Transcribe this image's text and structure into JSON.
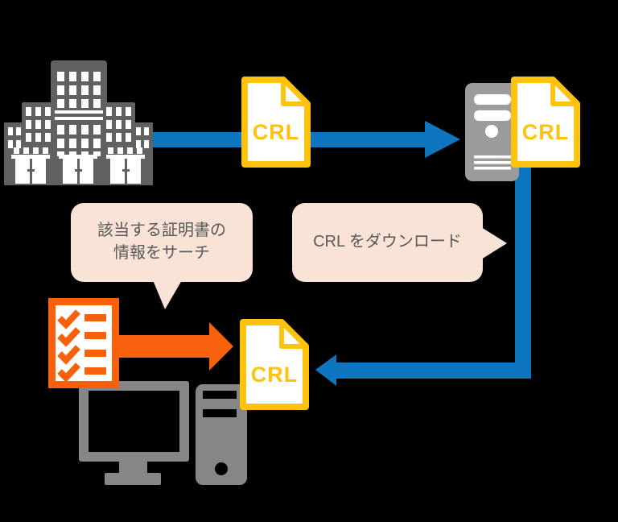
{
  "colors": {
    "background": "#000000",
    "blue": "#0E76BE",
    "orange": "#F8610B",
    "gold": "#FFC20D",
    "building_gray": "#616161",
    "server_gray": "#9C9C9C",
    "computer_gray": "#868686",
    "bubble_bg": "#F9E3D6",
    "bubble_text": "#595959"
  },
  "docs": {
    "top_label": "CRL",
    "server_label": "CRL",
    "client_label": "CRL"
  },
  "callouts": {
    "search_line1": "該当する証明書の",
    "search_line2": "情報をサーチ",
    "download": "CRL をダウンロード"
  },
  "icons": {
    "building": "building-icon",
    "server": "server-icon",
    "document": "document-icon",
    "checklist": "checklist-icon",
    "monitor": "monitor-icon",
    "tower": "pc-tower-icon"
  }
}
